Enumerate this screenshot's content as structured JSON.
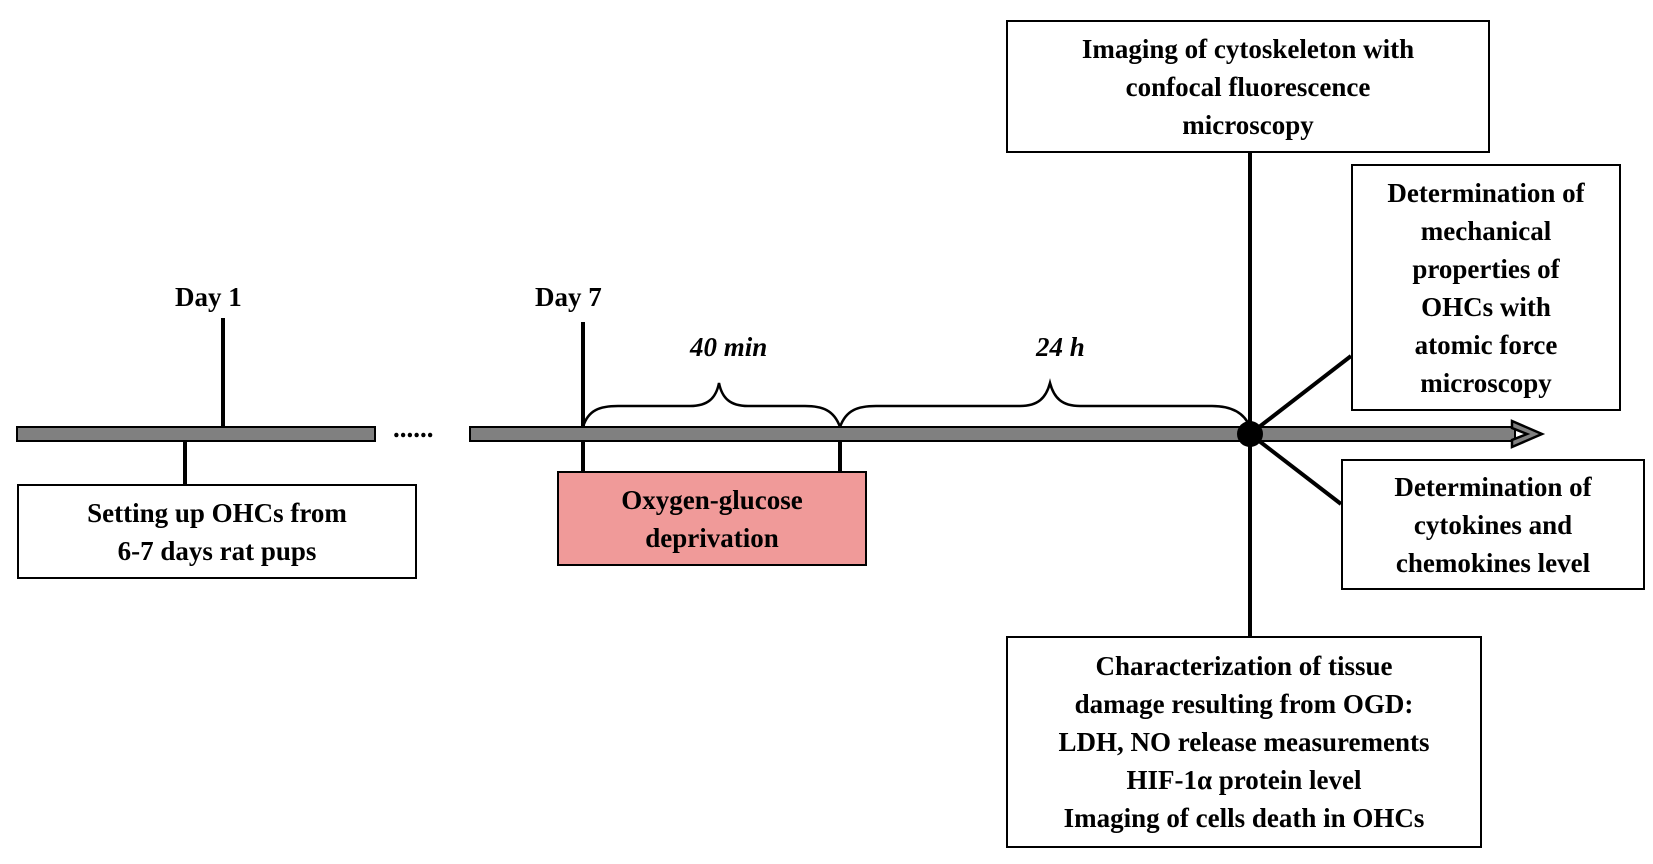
{
  "timeline": {
    "day1_label": "Day 1",
    "day7_label": "Day 7",
    "gap_dots": "......",
    "interval_1": "40 min",
    "interval_2": "24 h"
  },
  "boxes": {
    "setup": {
      "lines": [
        "Setting up OHCs from",
        "6-7 days  rat pups"
      ]
    },
    "ogd": {
      "lines": [
        "Oxygen-glucose",
        "deprivation"
      ]
    },
    "cytoskeleton": {
      "lines": [
        "Imaging of cytoskeleton with",
        "confocal fluorescence",
        "microscopy"
      ]
    },
    "mechanical": {
      "lines": [
        "Determination of",
        "mechanical",
        "properties of",
        "OHCs with",
        "atomic force",
        "microscopy"
      ]
    },
    "cytokines": {
      "lines": [
        "Determination of",
        "cytokines and",
        "chemokines level"
      ]
    },
    "damage": {
      "lines": [
        "Characterization of tissue",
        "damage resulting from OGD:",
        "LDH, NO release measurements",
        "HIF-1α protein level",
        "Imaging of cells death in OHCs"
      ]
    }
  },
  "colors": {
    "axis_fill": "#808080",
    "ogd_fill": "#f09a99",
    "stroke": "#000000"
  }
}
